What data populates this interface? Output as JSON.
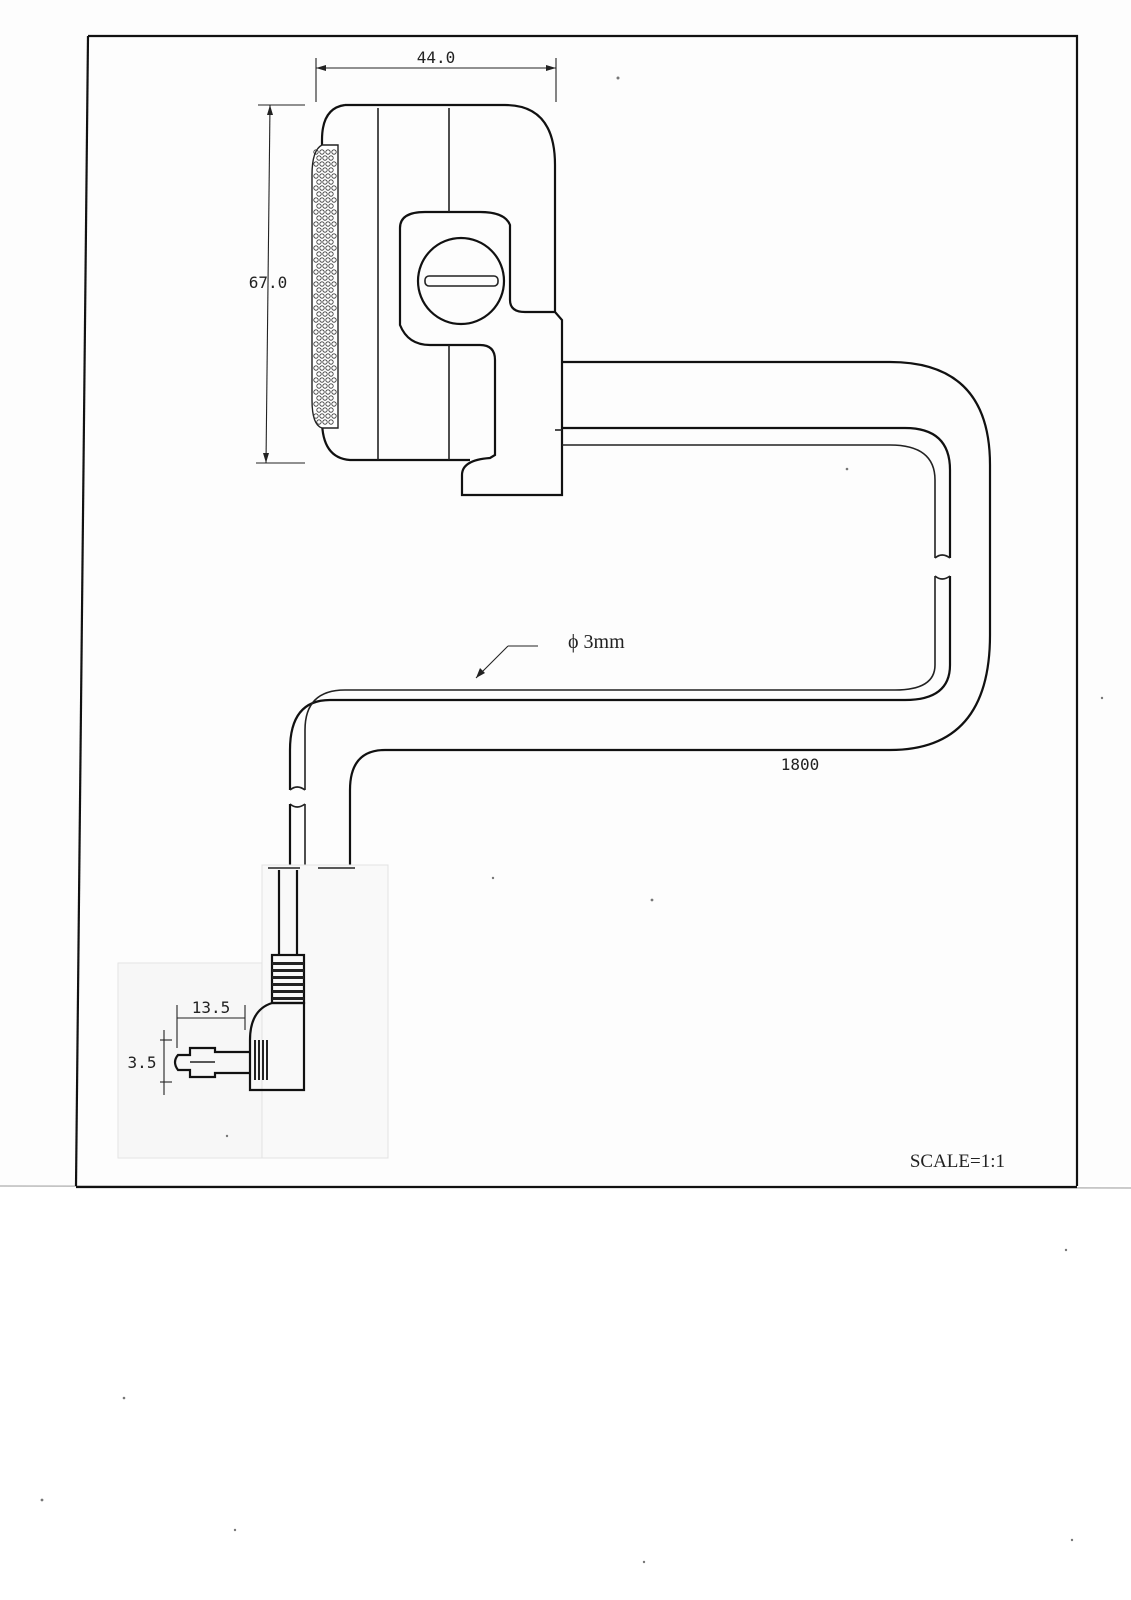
{
  "dimensions": {
    "width": "44.0",
    "height": "67.0",
    "cable_diameter": "ϕ 3mm",
    "cable_length": "1800",
    "plug_length": "13.5",
    "plug_diameter": "3.5"
  },
  "footer": {
    "scale": "SCALE=1:1"
  }
}
